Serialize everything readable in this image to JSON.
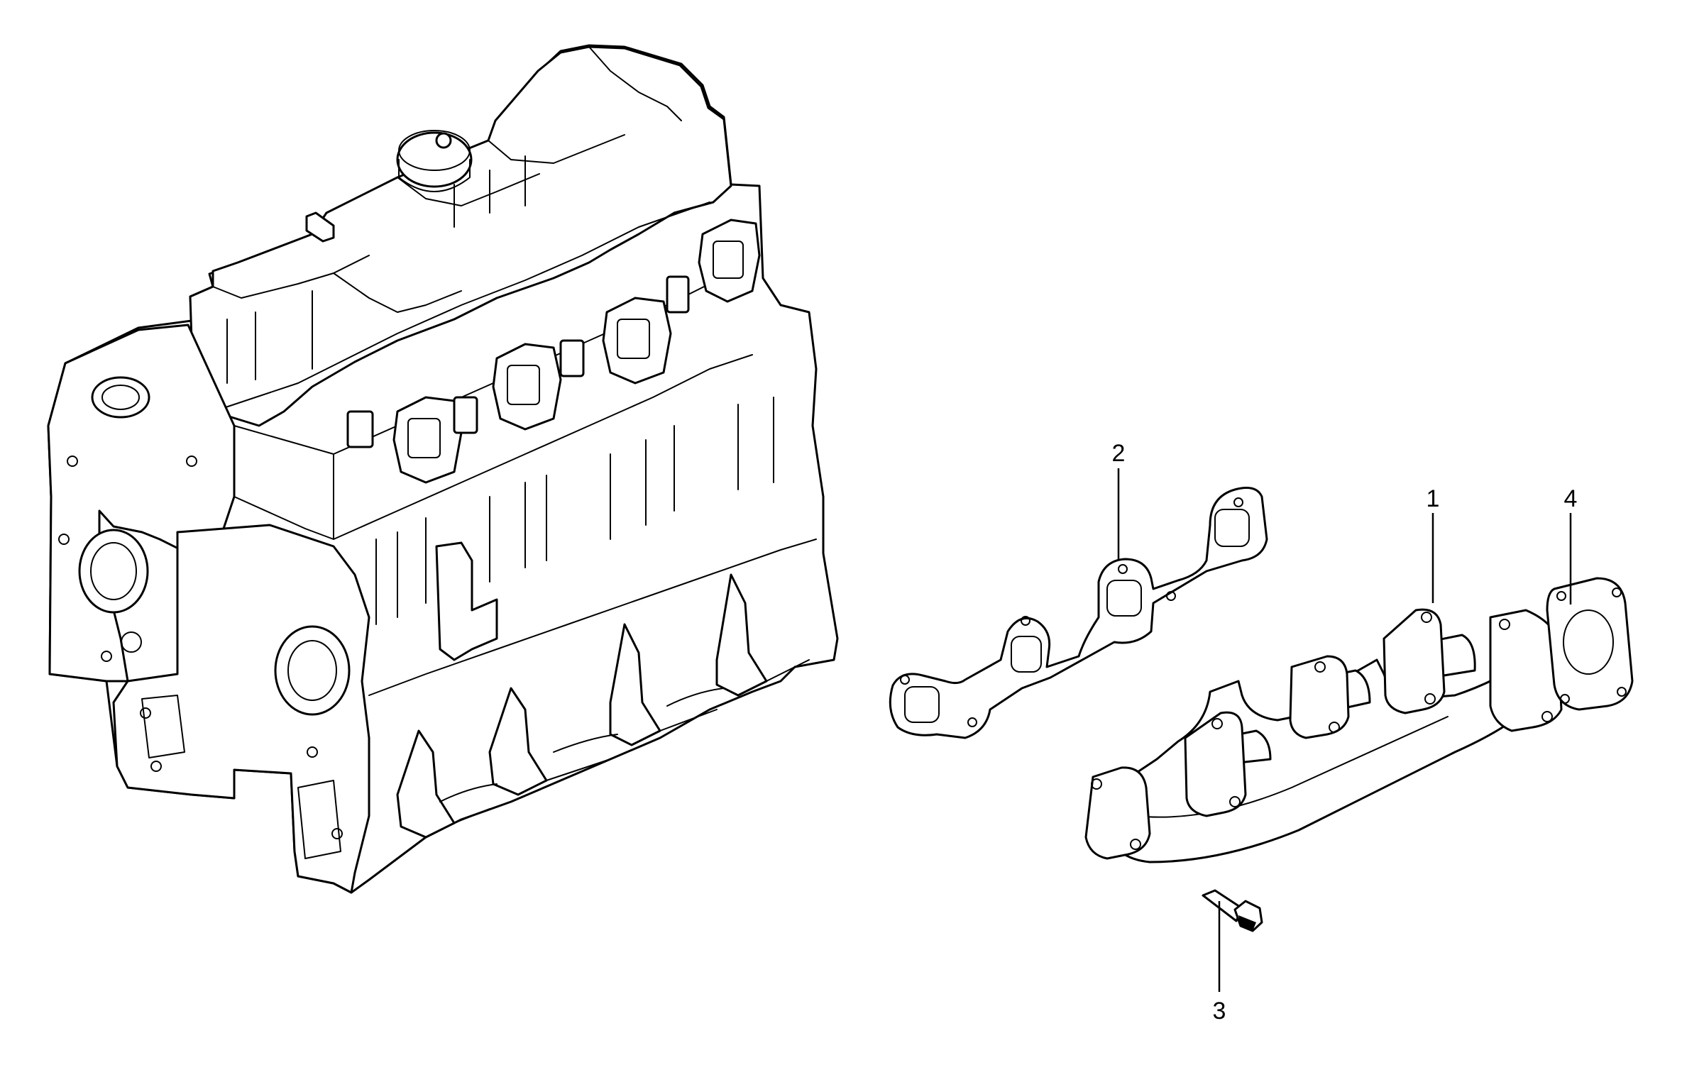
{
  "diagram": {
    "callouts": {
      "manifold": "1",
      "gasket_manifold": "2",
      "bolt": "3",
      "flange_gasket": "4"
    },
    "colors": {
      "line": "#000000",
      "background": "#ffffff"
    }
  }
}
